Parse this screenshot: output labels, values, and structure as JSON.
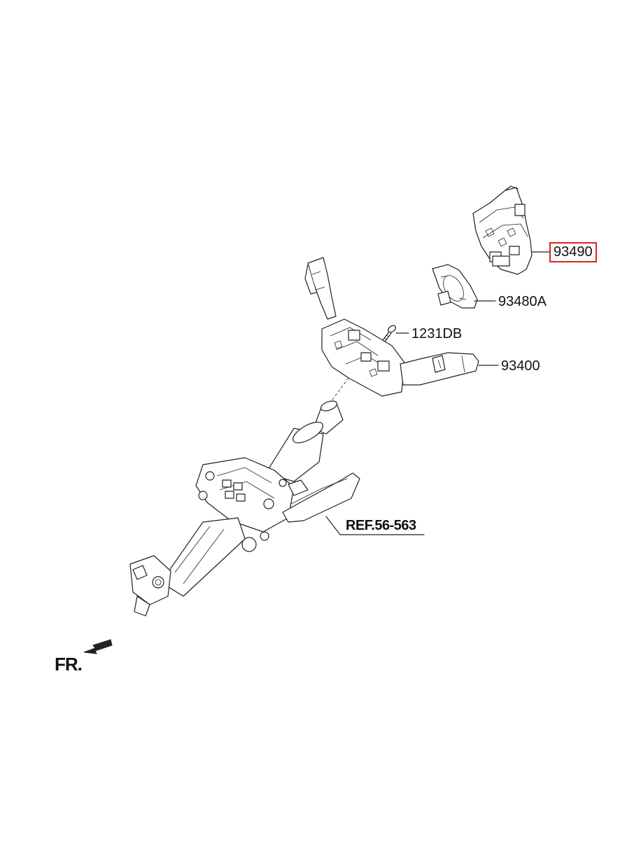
{
  "diagram": {
    "parts": [
      {
        "id": "clock-spring",
        "label": "93490",
        "highlight": true,
        "highlight_color": "#e02020"
      },
      {
        "id": "angle-sensor",
        "label": "93480A",
        "highlight": false
      },
      {
        "id": "bolt",
        "label": "1231DB",
        "highlight": false
      },
      {
        "id": "multifunction-switch",
        "label": "93400",
        "highlight": false
      },
      {
        "id": "steering-column",
        "label": "REF.56-563",
        "highlight": false
      }
    ],
    "direction_label": "FR."
  }
}
